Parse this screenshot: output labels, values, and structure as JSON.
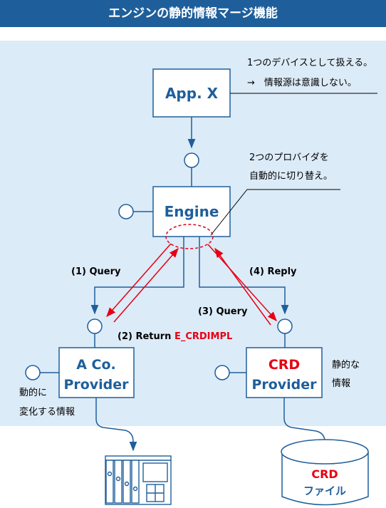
{
  "title": "エンジンの静的情報マージ機能",
  "colors": {
    "title_bg": "#1e5f9b",
    "panel_bg": "#dcebf8",
    "line": "#1e5f9b",
    "box_text": "#1e5f9b",
    "highlight": "#e60012",
    "annotation": "#000000"
  },
  "nodes": {
    "app": "App. X",
    "engine": "Engine",
    "provider_a_line1": "A Co.",
    "provider_a_line2": "Provider",
    "provider_crd_line1": "CRD",
    "provider_crd_line2": "Provider",
    "crd_file_line1": "CRD",
    "crd_file_line2": "ファイル"
  },
  "flows": {
    "query": "(1) Query",
    "return_prefix": "(2) Return ",
    "return_code": "E_CRDIMPL",
    "query3": "(3) Query",
    "reply": "(4) Reply"
  },
  "notes": {
    "app_line1": "1つのデバイスとして扱える。",
    "app_line2": "→　情報源は意識しない。",
    "engine_line1": "2つのプロバイダを",
    "engine_line2": "自動的に切り替え。",
    "static_line1": "静的な",
    "static_line2": "情報",
    "dynamic_line1": "動的に",
    "dynamic_line2": "変化する情報"
  },
  "icons": {
    "interface_lollipop": "interface-circle-icon",
    "server": "server-rack-icon",
    "file": "database-cylinder-icon"
  }
}
